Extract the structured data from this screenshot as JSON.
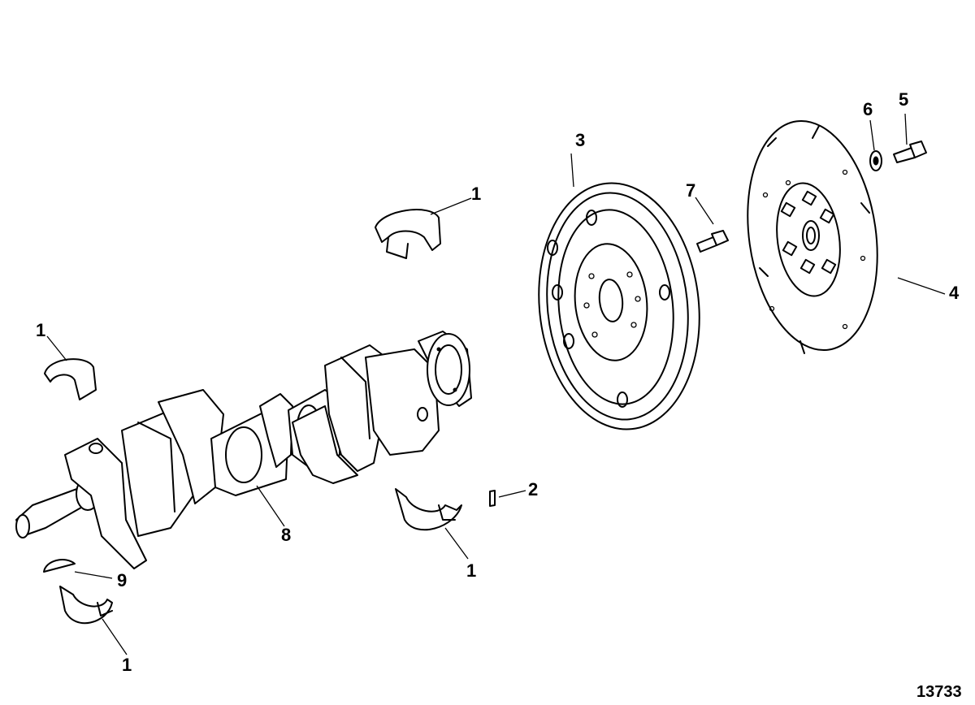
{
  "figure_number": "13733",
  "callouts": [
    {
      "id": "c1a",
      "label": "1"
    },
    {
      "id": "c3",
      "label": "3"
    },
    {
      "id": "c6",
      "label": "6"
    },
    {
      "id": "c5",
      "label": "5"
    },
    {
      "id": "c7",
      "label": "7"
    },
    {
      "id": "c4",
      "label": "4"
    },
    {
      "id": "c1b",
      "label": "1"
    },
    {
      "id": "c2",
      "label": "2"
    },
    {
      "id": "c8",
      "label": "8"
    },
    {
      "id": "c1c",
      "label": "1"
    },
    {
      "id": "c9",
      "label": "9"
    },
    {
      "id": "c1d",
      "label": "1"
    }
  ]
}
